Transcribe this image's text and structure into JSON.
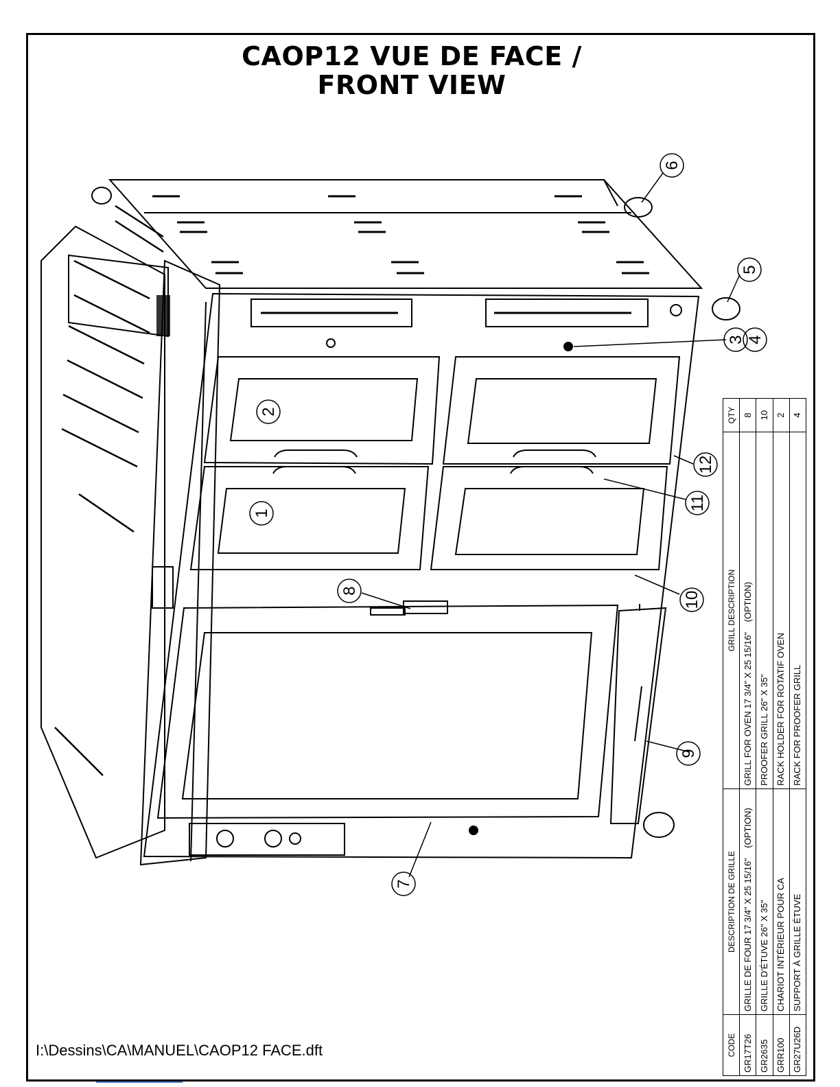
{
  "title": {
    "line1": "CAOP12 VUE DE FACE /",
    "line2": "FRONT VIEW"
  },
  "balloons": [
    "1",
    "2",
    "3",
    "4",
    "5",
    "6",
    "7",
    "8",
    "9",
    "10",
    "11",
    "12"
  ],
  "table": {
    "headers": {
      "code": "CODE",
      "desc_fr": "DESCRIPTION DE GRILLE",
      "desc_en": "GRILL DESCRIPTION",
      "qty": "QTY"
    },
    "rows": [
      {
        "code": "GR17T26",
        "desc_fr": "GRILLE DE FOUR 17 3/4\" X 25 15/16\"    (OPTION)",
        "desc_en": "GRILL FOR OVEN 17 3/4\" X 25 15/16\"    (OPTION)",
        "qty": "8"
      },
      {
        "code": "GR2635",
        "desc_fr": "GRILLE D'ÉTUVE 26\" X 35\"",
        "desc_en": "PROOFER GRILL 26\" X 35\"",
        "qty": "10"
      },
      {
        "code": "GRR100",
        "desc_fr": "CHARIOT INTÉRIEUR POUR CA",
        "desc_en": "RACK HOLDER FOR ROTATIF OVEN",
        "qty": "2"
      },
      {
        "code": "GR27U26D",
        "desc_fr": "SUPPORT À GRILLE ÉTUVE",
        "desc_en": "RACK FOR PROOFER GRILL",
        "qty": "4"
      }
    ]
  },
  "file_path": "I:\\Dessins\\CA\\MANUEL\\CAOP12 FACE.dft"
}
